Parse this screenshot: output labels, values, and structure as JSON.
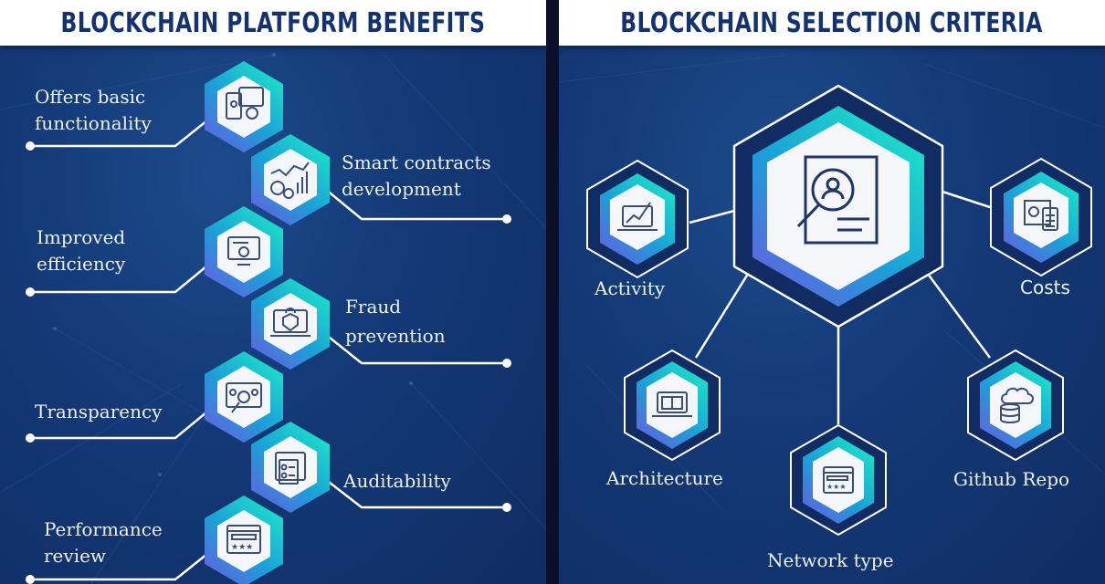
{
  "colors": {
    "background_dark": "#102d63",
    "background_light": "#1d4b8c",
    "header_bg": "#ffffff",
    "header_text": "#14336e",
    "hex_gradient_top": "#1de9c6",
    "hex_gradient_bottom": "#6a5ce0",
    "hex_inner": "#f4f6fa",
    "icon_stroke": "#3a4f75",
    "label_text": "#eef3ff",
    "connector": "#ffffff",
    "divider": "#0b0f2a"
  },
  "left_panel": {
    "title": "BLOCKCHAIN PLATFORM BENEFITS",
    "items": [
      {
        "line1": "Offers basic",
        "line2": "functionality",
        "icon": "mobile-cloud-settings-icon",
        "side": "left"
      },
      {
        "line1": "Smart contracts",
        "line2": "development",
        "icon": "gears-growth-chart-icon",
        "side": "right"
      },
      {
        "line1": "Improved",
        "line2": "efficiency",
        "icon": "monitor-settings-icon",
        "side": "left"
      },
      {
        "line1": "Fraud",
        "line2": "prevention",
        "icon": "laptop-shield-lock-icon",
        "side": "right"
      },
      {
        "line1": "Transparency",
        "line2": "",
        "icon": "people-magnifier-icon",
        "side": "left"
      },
      {
        "line1": "Auditability",
        "line2": "",
        "icon": "document-checklist-icon",
        "side": "right"
      },
      {
        "line1": "Performance",
        "line2": "review",
        "icon": "browser-star-rating-icon",
        "side": "left"
      }
    ]
  },
  "right_panel": {
    "title": "BLOCKCHAIN SELECTION CRITERIA",
    "center_icon": "document-user-search-icon",
    "criteria": [
      {
        "label": "Activity",
        "icon": "laptop-growth-chart-icon"
      },
      {
        "label": "Costs",
        "icon": "blueprint-calculator-icon"
      },
      {
        "label": "Architecture",
        "icon": "laptop-blueprint-icon"
      },
      {
        "label": "Network type",
        "icon": "browser-star-rating-icon"
      },
      {
        "label": "Github Repo",
        "icon": "cloud-database-icon"
      }
    ]
  }
}
